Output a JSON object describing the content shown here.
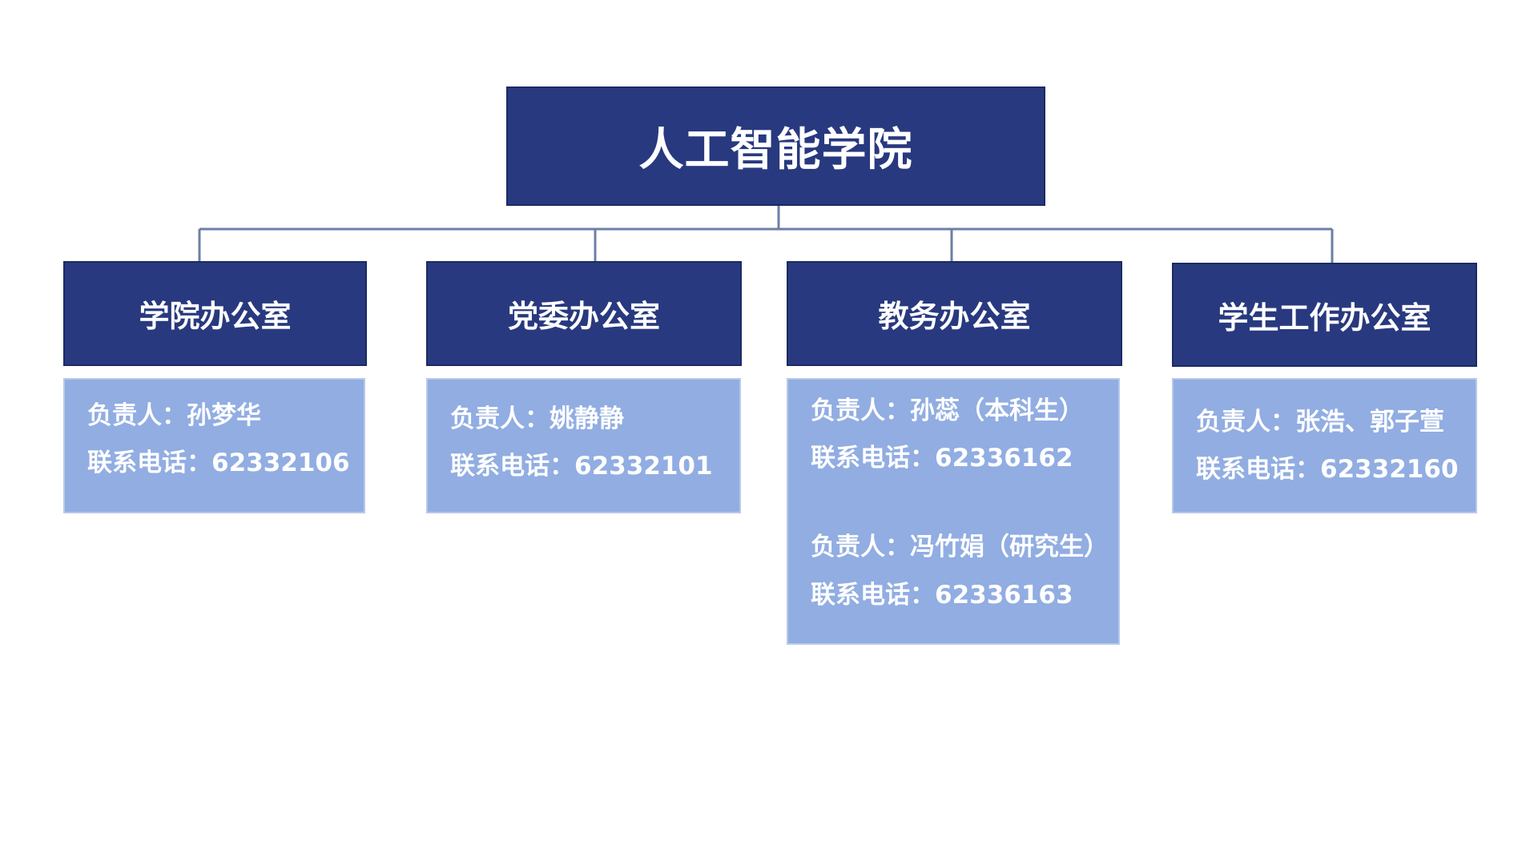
{
  "org": {
    "root": "人工智能学院",
    "departments": [
      {
        "name": "学院办公室",
        "contacts": [
          {
            "head": "负责人：孙梦华",
            "phone": "联系电话：62332106"
          }
        ]
      },
      {
        "name": "党委办公室",
        "contacts": [
          {
            "head": "负责人：姚静静",
            "phone": "联系电话：62332101"
          }
        ]
      },
      {
        "name": "教务办公室",
        "contacts": [
          {
            "head": "负责人：孙蕊（本科生）",
            "phone": "联系电话：62336162"
          },
          {
            "head": "负责人：冯竹娟（研究生）",
            "phone": "联系电话：62336163"
          }
        ]
      },
      {
        "name": "学生工作办公室",
        "contacts": [
          {
            "head": "负责人：张浩、郭子萱",
            "phone": "联系电话：62332160"
          }
        ]
      }
    ]
  },
  "colors": {
    "dark_box": "#28397f",
    "light_box": "#91ade2",
    "connector": "#6d7fa6",
    "text": "#ffffff"
  }
}
